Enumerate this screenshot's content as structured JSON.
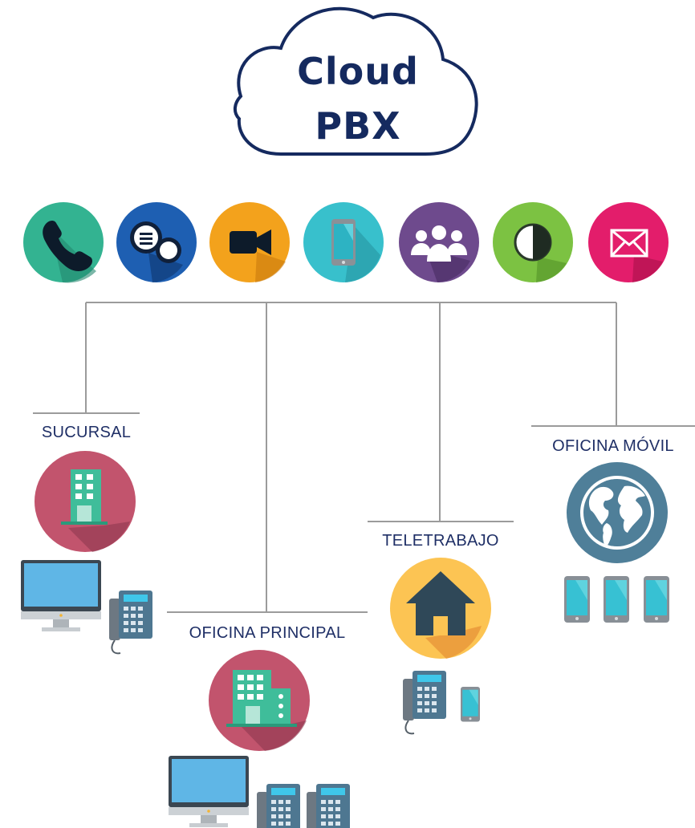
{
  "cloud": {
    "line1": "Cloud",
    "line2": "PBX"
  },
  "services": [
    {
      "icon": "phone-icon",
      "color": "#33b391"
    },
    {
      "icon": "chat-icon",
      "color": "#1e5fb2"
    },
    {
      "icon": "video-camera-icon",
      "color": "#f3a21c"
    },
    {
      "icon": "mobile-phone-icon",
      "color": "#38c0cc"
    },
    {
      "icon": "group-icon",
      "color": "#6e4a8d"
    },
    {
      "icon": "contrast-icon",
      "color": "#7cc242"
    },
    {
      "icon": "envelope-icon",
      "color": "#e31d6b"
    }
  ],
  "sites": {
    "sucursal": {
      "label": "SUCURSAL"
    },
    "principal": {
      "label": "OFICINA PRINCIPAL"
    },
    "teletrabajo": {
      "label": "TELETRABAJO"
    },
    "movil": {
      "label": "OFICINA MÓVIL"
    }
  },
  "colors": {
    "brand_navy": "#152a5f",
    "connector": "#9b9b9b",
    "office_circle": "#c2546d",
    "home_circle": "#fcc453",
    "globe_circle": "#4f7f99"
  }
}
